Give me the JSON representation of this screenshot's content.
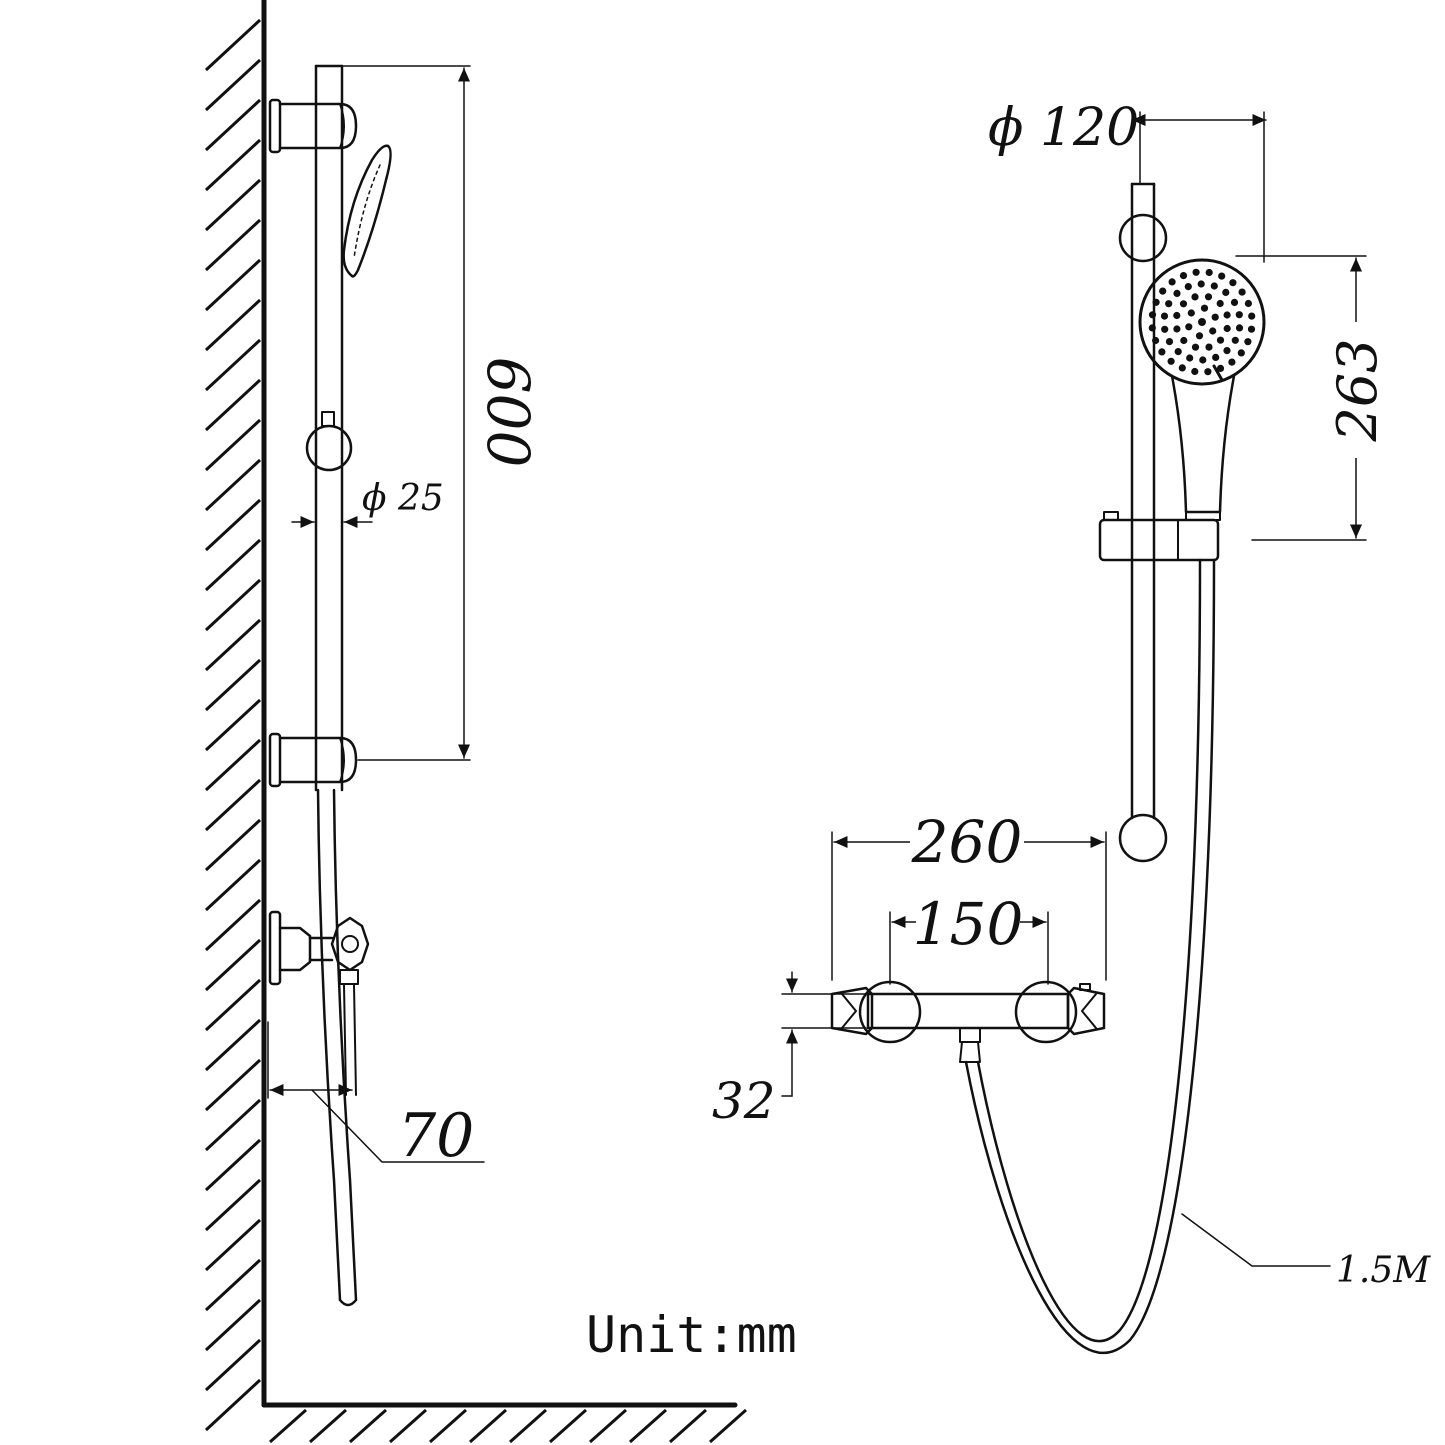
{
  "dimensions": {
    "rail_length": "600",
    "rail_diameter": "ϕ 25",
    "wall_offset": "70",
    "head_diameter": "ϕ 120",
    "handset_length": "263",
    "valve_width": "260",
    "valve_centers": "150",
    "valve_height": "32",
    "hose_length": "1.5M"
  },
  "unit_label": "Unit:mm",
  "colors": {
    "line": "#111111",
    "background": "#ffffff"
  }
}
